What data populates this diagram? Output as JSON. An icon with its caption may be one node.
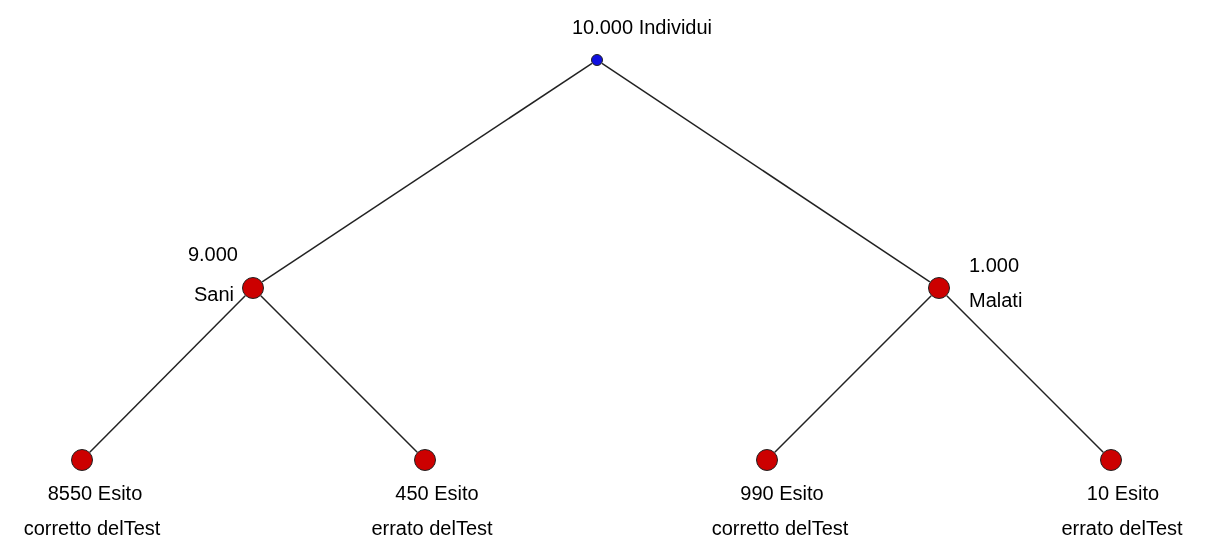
{
  "diagram": {
    "nodes": [
      {
        "text": [],
        "shape": "circle",
        "beside": [
          "10.000 Individui"
        ]
      },
      {
        "text": [],
        "shape": "circle",
        "beside": [
          "9.000",
          "Sani"
        ]
      },
      {
        "text": [],
        "shape": "circle",
        "beside": [
          "1.000",
          "Malati"
        ]
      },
      {
        "text": [],
        "shape": "circle",
        "beside": [
          "8550 Esito",
          "corretto delTest"
        ]
      },
      {
        "text": [],
        "shape": "circle",
        "beside": [
          "450 Esito",
          "errato delTest"
        ]
      },
      {
        "text": [],
        "shape": "circle",
        "beside": [
          "990 Esito",
          "corretto delTest"
        ]
      },
      {
        "text": [],
        "shape": "circle",
        "beside": [
          "10 Esito",
          "errato delTest"
        ]
      }
    ],
    "edges": [
      {
        "from": 0,
        "to": 1,
        "arrow": "none"
      },
      {
        "from": 0,
        "to": 2,
        "arrow": "none"
      },
      {
        "from": 1,
        "to": 3,
        "arrow": "none"
      },
      {
        "from": 1,
        "to": 4,
        "arrow": "none"
      },
      {
        "from": 2,
        "to": 5,
        "arrow": "none"
      },
      {
        "from": 2,
        "to": 6,
        "arrow": "none"
      }
    ]
  }
}
